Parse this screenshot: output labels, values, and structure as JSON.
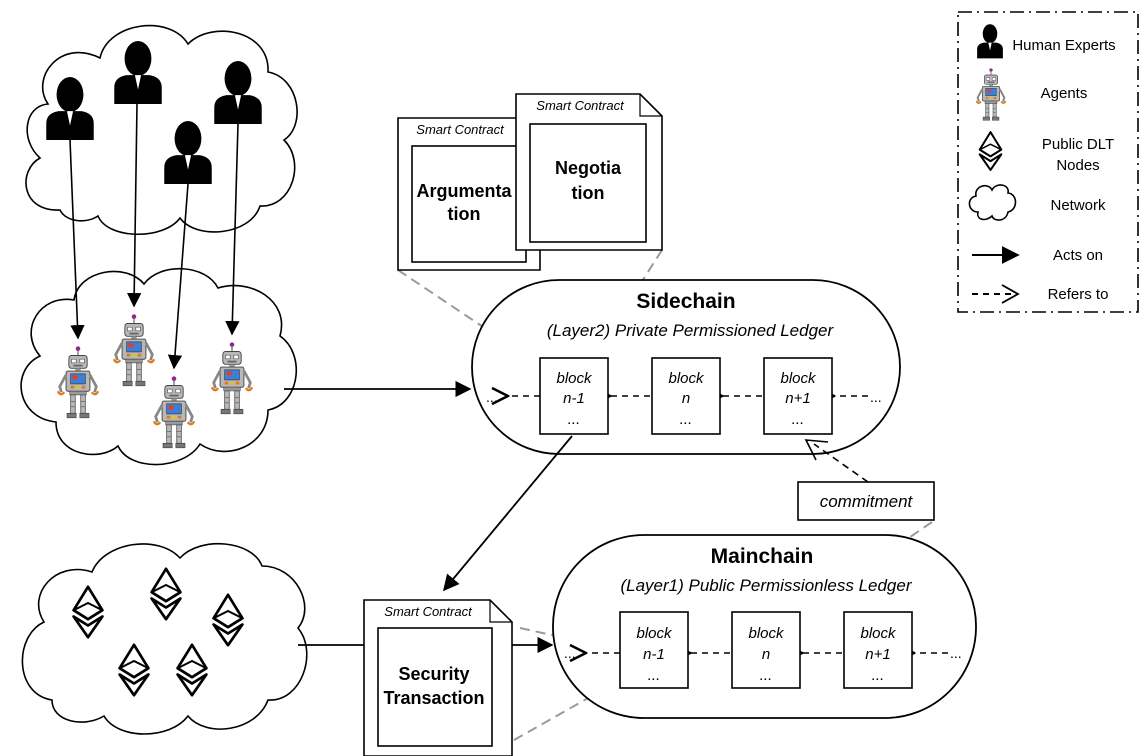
{
  "legend": {
    "items": [
      {
        "icon": "human-expert-icon",
        "label": "Human Experts"
      },
      {
        "icon": "robot-agent-icon",
        "label": "Agents"
      },
      {
        "icon": "ethereum-node-icon",
        "label_lines": [
          "Public DLT",
          "Nodes"
        ]
      },
      {
        "icon": "cloud-network-icon",
        "label": "Network"
      },
      {
        "icon": "solid-arrow-icon",
        "label": "Acts on"
      },
      {
        "icon": "dashed-arrow-icon",
        "label": "Refers to"
      }
    ]
  },
  "contracts": {
    "argumentation": {
      "header": "Smart Contract",
      "line1": "Argumenta",
      "line2": "tion"
    },
    "negotiation": {
      "header": "Smart Contract",
      "line1": "Negotia",
      "line2": "tion"
    },
    "security": {
      "header": "Smart Contract",
      "line1": "Security",
      "line2": "Transaction"
    }
  },
  "sidechain": {
    "title": "Sidechain",
    "subtitle": "(Layer2) Private Permissioned Ledger",
    "blocks": [
      {
        "word": "block",
        "index": "n-1",
        "more": "..."
      },
      {
        "word": "block",
        "index": "n",
        "more": "..."
      },
      {
        "word": "block",
        "index": "n+1",
        "more": "..."
      }
    ],
    "ellipsis_left": "...",
    "ellipsis_right": "..."
  },
  "mainchain": {
    "title": "Mainchain",
    "subtitle": "(Layer1) Public Permissionless Ledger",
    "blocks": [
      {
        "word": "block",
        "index": "n-1",
        "more": "..."
      },
      {
        "word": "block",
        "index": "n",
        "more": "..."
      },
      {
        "word": "block",
        "index": "n+1",
        "more": "..."
      }
    ],
    "ellipsis_left": "...",
    "ellipsis_right": "..."
  },
  "commitment": {
    "label": "commitment"
  },
  "colors": {
    "line": "#000000",
    "dashed_gray": "#9a9a9a",
    "robot_body": "#b8b8b8",
    "robot_screen": "#3b7fd8",
    "robot_accent": "#e07b1a",
    "antenna": "#8a2a8a"
  }
}
